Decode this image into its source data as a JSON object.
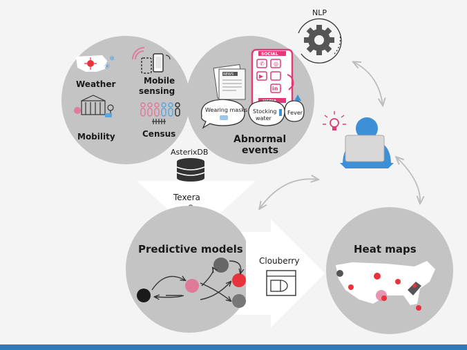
{
  "nodes": {
    "data_sources": {
      "weather": "Weather",
      "mobile_sensing_line1": "Mobile",
      "mobile_sensing_line2": "sensing",
      "mobility": "Mobility",
      "census": "Census"
    },
    "abnormal_events": {
      "news_tag": "NEWS",
      "social_top": "SOCIAL",
      "social_bottom": "MEDIA",
      "wearing_masks": "Wearing masks",
      "stocking_line1": "Stocking",
      "stocking_line2": "water",
      "fever": "Fever",
      "title_line1": "Abnormal",
      "title_line2": "events"
    },
    "nlp": "NLP",
    "asterixdb": "AsterixDB",
    "texera": "Texera",
    "predictive_models": "Predictive models",
    "clouberry": "Clouberry",
    "heat_maps": "Heat maps"
  },
  "colors": {
    "circle": "#c4c4c4",
    "arrow_fill": "#ffffff",
    "accent_red": "#e8323c",
    "accent_pink": "#e07a9a",
    "accent_blue": "#3d8fd6",
    "dark": "#2a2a2a",
    "bottom_bar": "#2a7bbf"
  }
}
